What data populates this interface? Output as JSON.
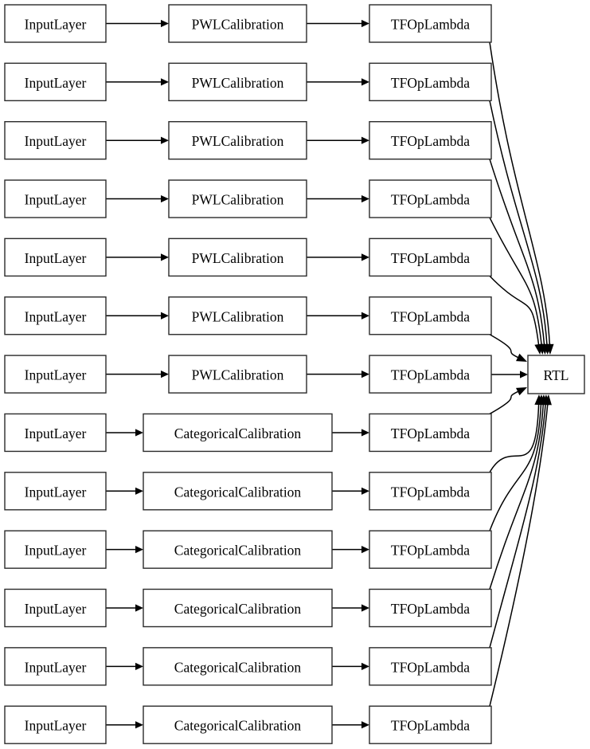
{
  "diagram": {
    "type": "keras-model-graph",
    "orientation": "left-to-right",
    "background_color": "#ffffff",
    "node_fill": "#ffffff",
    "node_stroke": "#2b2b2b",
    "edge_color": "#000000",
    "row_count": 13,
    "sink": {
      "label": "RTL",
      "name": "rtl-node"
    },
    "columns": [
      {
        "name": "input-column",
        "label": "InputLayer"
      },
      {
        "name": "calibration-column",
        "labels": [
          "PWLCalibration",
          "CategoricalCalibration"
        ]
      },
      {
        "name": "lambda-column",
        "label": "TFOpLambda"
      }
    ],
    "rows": [
      {
        "input": "InputLayer",
        "calibration": "PWLCalibration",
        "lambda": "TFOpLambda"
      },
      {
        "input": "InputLayer",
        "calibration": "PWLCalibration",
        "lambda": "TFOpLambda"
      },
      {
        "input": "InputLayer",
        "calibration": "PWLCalibration",
        "lambda": "TFOpLambda"
      },
      {
        "input": "InputLayer",
        "calibration": "PWLCalibration",
        "lambda": "TFOpLambda"
      },
      {
        "input": "InputLayer",
        "calibration": "PWLCalibration",
        "lambda": "TFOpLambda"
      },
      {
        "input": "InputLayer",
        "calibration": "PWLCalibration",
        "lambda": "TFOpLambda"
      },
      {
        "input": "InputLayer",
        "calibration": "PWLCalibration",
        "lambda": "TFOpLambda"
      },
      {
        "input": "InputLayer",
        "calibration": "CategoricalCalibration",
        "lambda": "TFOpLambda"
      },
      {
        "input": "InputLayer",
        "calibration": "CategoricalCalibration",
        "lambda": "TFOpLambda"
      },
      {
        "input": "InputLayer",
        "calibration": "CategoricalCalibration",
        "lambda": "TFOpLambda"
      },
      {
        "input": "InputLayer",
        "calibration": "CategoricalCalibration",
        "lambda": "TFOpLambda"
      },
      {
        "input": "InputLayer",
        "calibration": "CategoricalCalibration",
        "lambda": "TFOpLambda"
      },
      {
        "input": "InputLayer",
        "calibration": "CategoricalCalibration",
        "lambda": "TFOpLambda"
      }
    ]
  }
}
